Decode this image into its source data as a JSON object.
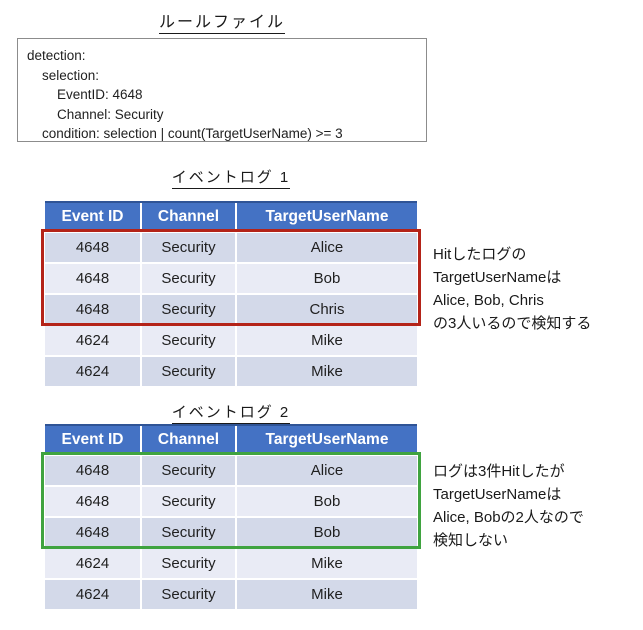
{
  "colors": {
    "header_bg": "#4472C4",
    "header_top_border": "#2F5496",
    "row_dark": "#D3D9E9",
    "row_light": "#E9EBF5",
    "hit_red": "#B42318",
    "hit_green": "#3FA33F",
    "code_box_border": "#8C8C8C"
  },
  "rule_file": {
    "title": "ルールファイル",
    "lines": [
      {
        "indent": 0,
        "text": "detection:"
      },
      {
        "indent": 1,
        "text": "selection:"
      },
      {
        "indent": 2,
        "text": "EventID: 4648"
      },
      {
        "indent": 2,
        "text": "Channel: Security"
      },
      {
        "indent": 1,
        "text": "condition: selection | count(TargetUserName) >= 3"
      }
    ]
  },
  "tables": [
    {
      "title": "イベントログ 1",
      "headers": [
        "Event ID",
        "Channel",
        "TargetUserName"
      ],
      "rows": [
        [
          "4648",
          "Security",
          "Alice"
        ],
        [
          "4648",
          "Security",
          "Bob"
        ],
        [
          "4648",
          "Security",
          "Chris"
        ],
        [
          "4624",
          "Security",
          "Mike"
        ],
        [
          "4624",
          "Security",
          "Mike"
        ]
      ],
      "highlight": {
        "row_start": 0,
        "row_count": 3,
        "color_key": "hit_red",
        "label": "hit-rows-red"
      },
      "annotation": [
        "Hitしたログの",
        "TargetUserNameは",
        "Alice, Bob, Chris",
        "の3人いるので検知する"
      ]
    },
    {
      "title": "イベントログ 2",
      "headers": [
        "Event ID",
        "Channel",
        "TargetUserName"
      ],
      "rows": [
        [
          "4648",
          "Security",
          "Alice"
        ],
        [
          "4648",
          "Security",
          "Bob"
        ],
        [
          "4648",
          "Security",
          "Bob"
        ],
        [
          "4624",
          "Security",
          "Mike"
        ],
        [
          "4624",
          "Security",
          "Mike"
        ]
      ],
      "highlight": {
        "row_start": 0,
        "row_count": 3,
        "color_key": "hit_green",
        "label": "hit-rows-green"
      },
      "annotation": [
        "ログは3件Hitしたが",
        "TargetUserNameは",
        "Alice, Bobの2人なので",
        "検知しない"
      ]
    }
  ]
}
